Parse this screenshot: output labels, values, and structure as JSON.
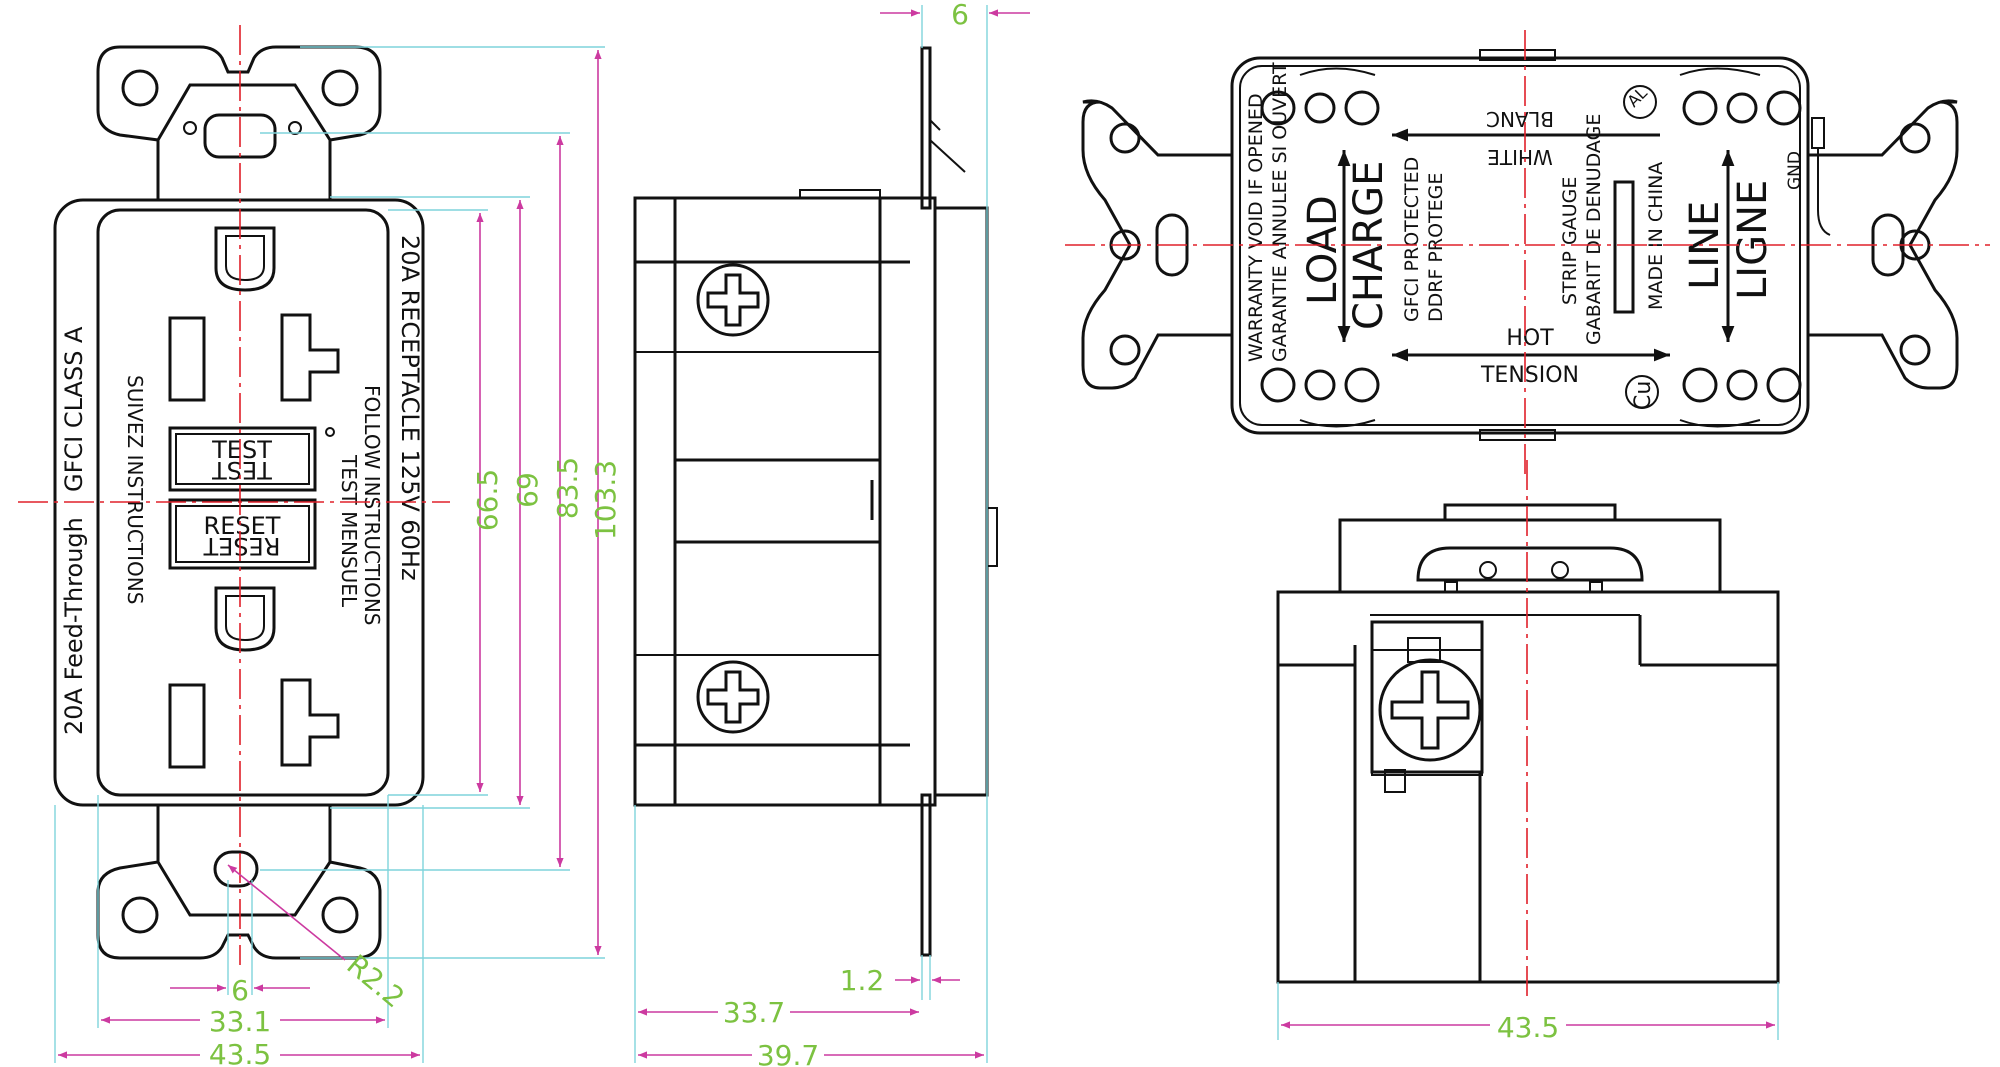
{
  "dimensions": {
    "front_height_overall": "103.3",
    "front_height_mid": "83.5",
    "front_height_inner": "69",
    "front_height_face": "66.5",
    "front_width_face": "33.1",
    "front_width_overall": "43.5",
    "front_hole_width": "6",
    "front_radius": "R2.2",
    "side_depth_overall": "39.7",
    "side_depth_body": "33.7",
    "side_strap_thickness": "1.2",
    "side_top_offset": "6",
    "bottom_width": "43.5"
  },
  "front_face": {
    "test_top": "TEST",
    "test_bottom": "TEST",
    "reset_top": "RESET",
    "reset_bottom": "RESET",
    "left_text_1": "20A Feed-Through",
    "left_text_2": "GFCI CLASS A",
    "left_text_3": "SUIVEZ INSTRUCTIONS",
    "right_text_1": "20A  RECEPTACLE  125V  60Hz",
    "right_text_2": "FOLLOW INSTRUCTIONS",
    "right_text_3": "TEST MENSUEL"
  },
  "back_face": {
    "warranty_1": "WARRANTY VOID IF OPENED",
    "warranty_2": "GARANTIE ANNULEE SI OUVERT",
    "load": "LOAD",
    "charge": "CHARGE",
    "gfci_protected": "GFCI PROTECTED",
    "ddrf_protege": "DDRF PROTEGE",
    "blanc": "BLANC",
    "white": "WHITE",
    "strip_gauge": "STRIP GAUGE",
    "gabarit": "GABARIT DE DENUDAGE",
    "made_in_china": "MADE IN CHINA",
    "line": "LINE",
    "ligne": "LIGNE",
    "gnd": "GND",
    "hot": "HOT",
    "tension": "TENSION",
    "al_mark": "AL",
    "cu_mark": "Cu"
  }
}
